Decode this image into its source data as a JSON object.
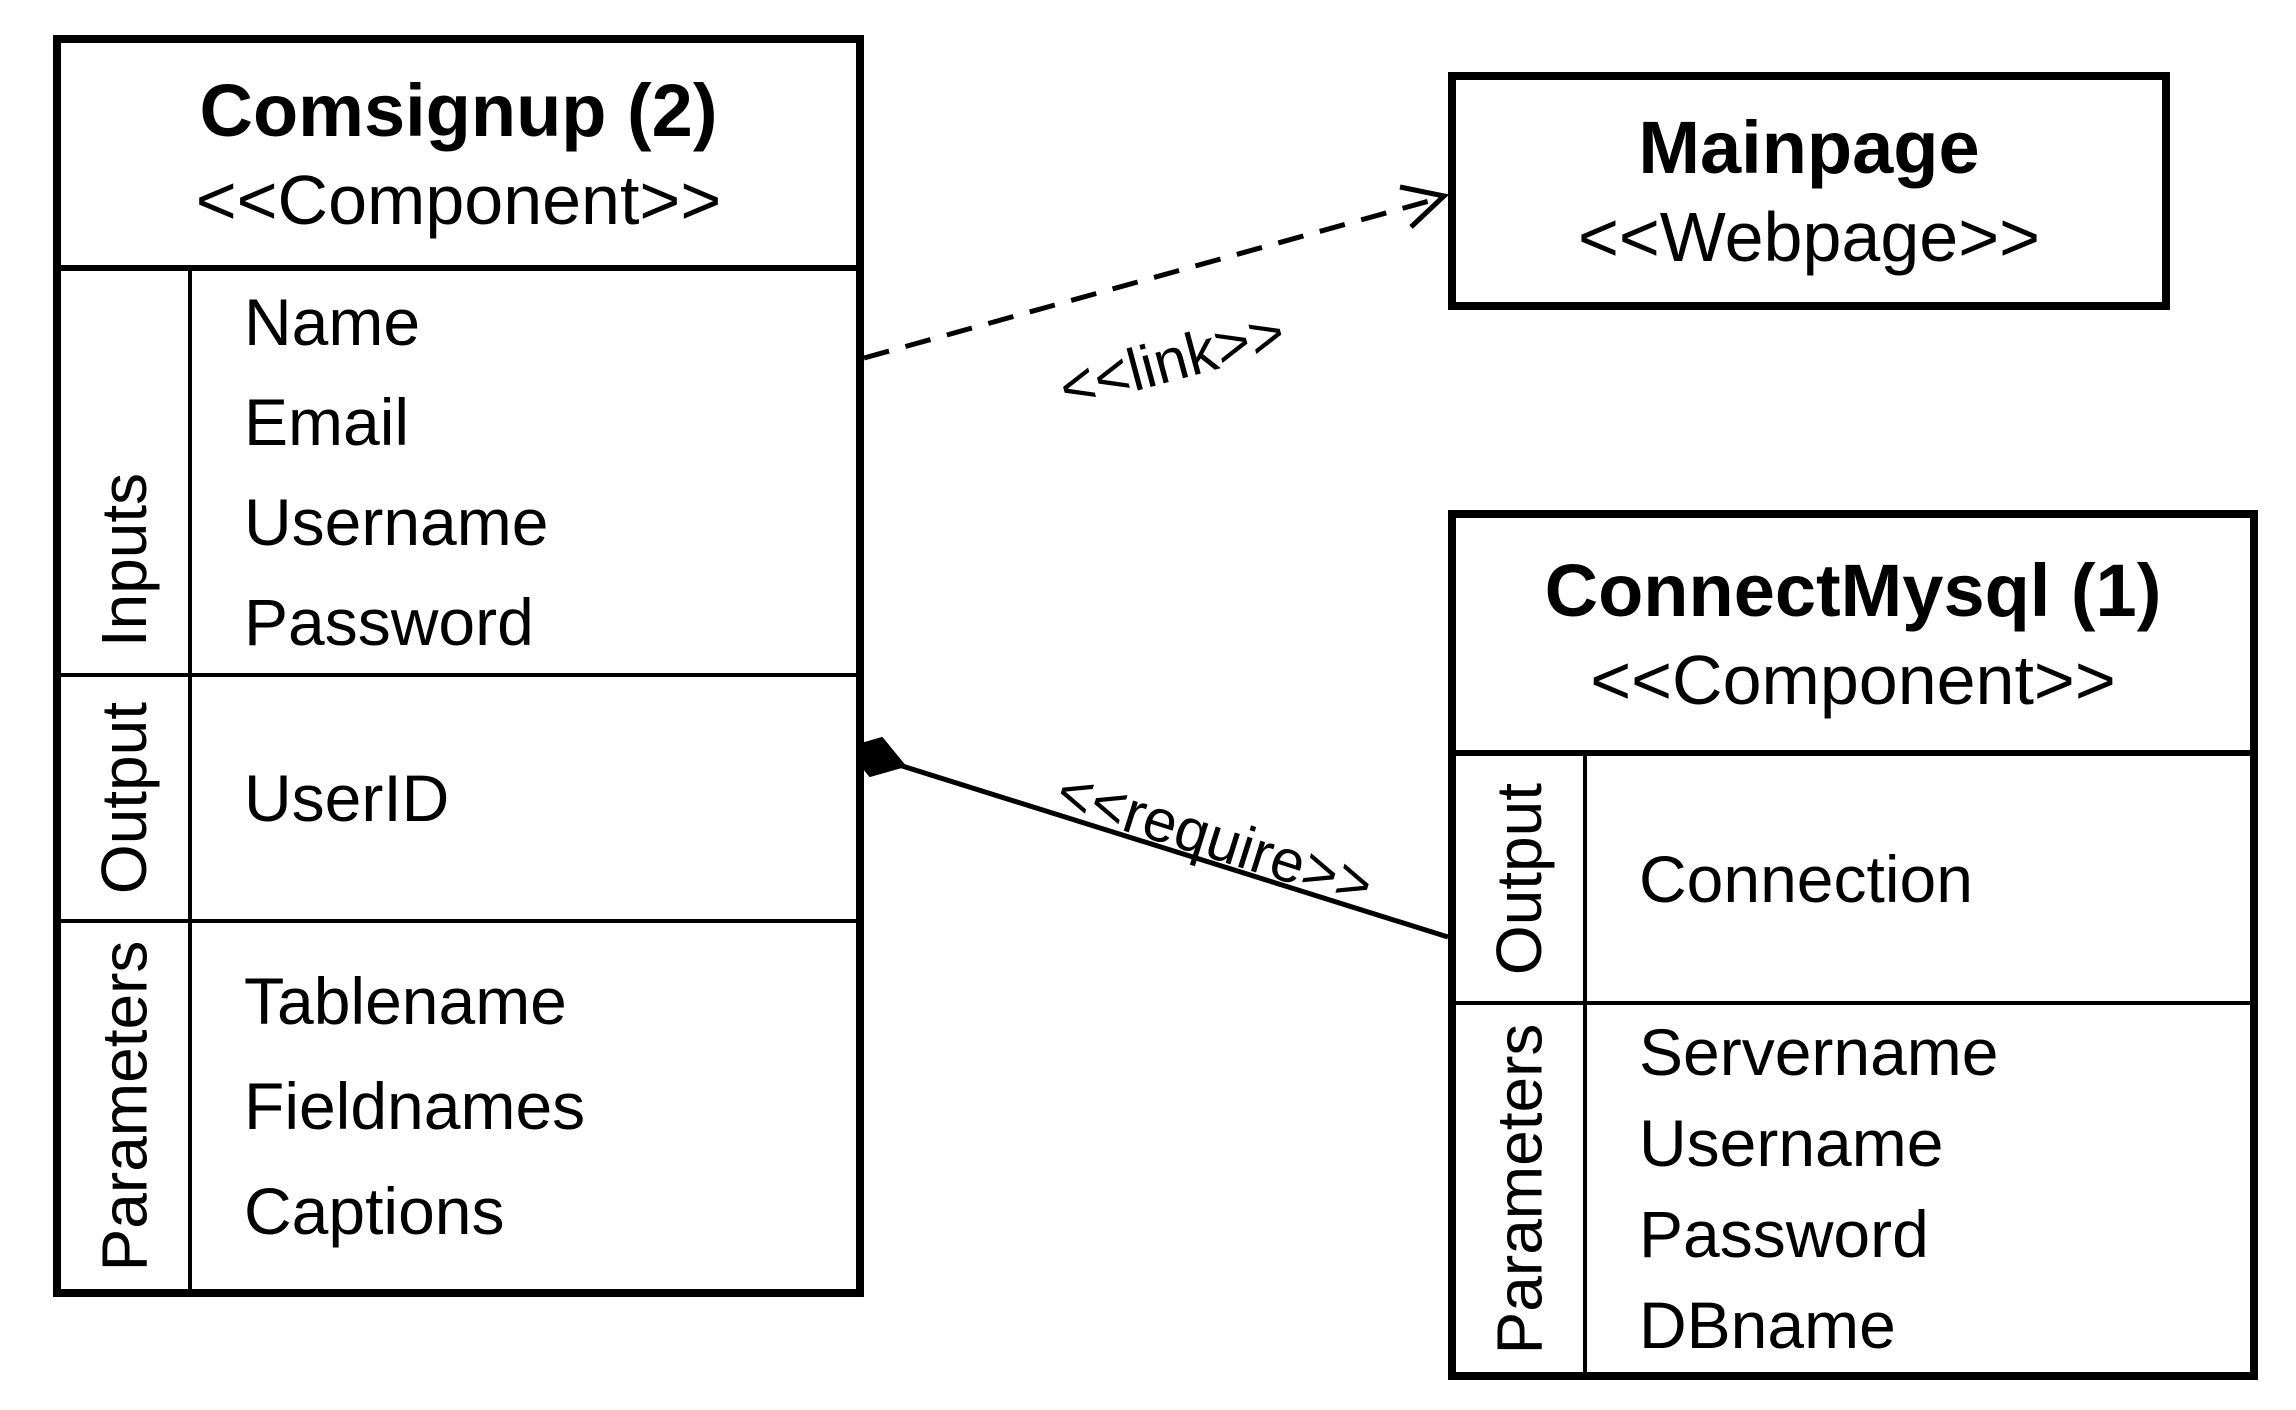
{
  "diagram": {
    "background_color": "#ffffff",
    "line_color": "#000000",
    "boxes": {
      "comsignup": {
        "title": "Comsignup (2)",
        "stereotype": "<<Component>>",
        "sections": [
          {
            "label": "Inputs",
            "items": [
              "Name",
              "Email",
              "Username",
              "Password"
            ]
          },
          {
            "label": "Output",
            "items": [
              "UserID"
            ]
          },
          {
            "label": "Parameters",
            "items": [
              "Tablename",
              "Fieldnames",
              "Captions"
            ]
          }
        ]
      },
      "mainpage": {
        "title": "Mainpage",
        "stereotype": "<<Webpage>>"
      },
      "connectmysql": {
        "title": "ConnectMysql (1)",
        "stereotype": "<<Component>>",
        "sections": [
          {
            "label": "Output",
            "items": [
              "Connection"
            ]
          },
          {
            "label": "Parameters",
            "items": [
              "Servername",
              "Username",
              "Password",
              "DBname"
            ]
          }
        ]
      }
    },
    "connectors": [
      {
        "id": "link",
        "label": "<<link>>",
        "style": "dashed-open-arrow",
        "from": "Comsignup (2)",
        "to": "Mainpage"
      },
      {
        "id": "require",
        "label": "<<require>>",
        "style": "solid-filled-diamond",
        "from": "Comsignup (2)",
        "to": "ConnectMysql (1)"
      }
    ]
  }
}
